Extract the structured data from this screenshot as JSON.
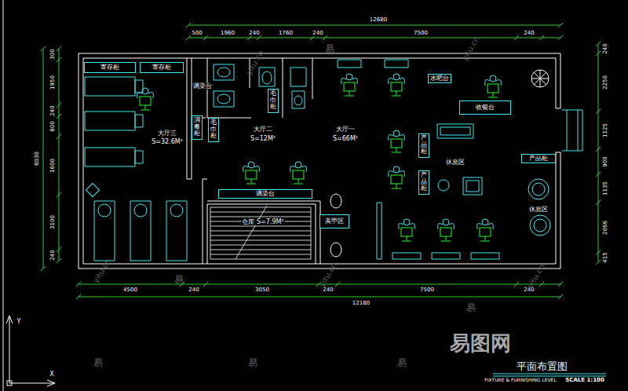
{
  "diagram": {
    "title": "平面布置图",
    "nodes": [
      {
        "text": [
          "寄存柜"
        ]
      },
      {
        "text": [
          "寄存柜"
        ]
      },
      {
        "text": [
          "消毒柜"
        ]
      },
      {
        "text": [
          "毛巾柜"
        ]
      },
      {
        "text": [
          "毛巾柜"
        ]
      },
      {
        "text": [
          "调染台"
        ]
      },
      {
        "text": [
          "美甲区"
        ]
      },
      {
        "text": [
          "水吧台"
        ]
      },
      {
        "text": [
          "收银台"
        ]
      },
      {
        "text": [
          "产品柜"
        ]
      },
      {
        "text": [
          "产品柜"
        ]
      },
      {
        "text": [
          "产品柜"
        ]
      }
    ],
    "labels": [
      "12680",
      "500",
      "1960",
      "240",
      "1760",
      "240",
      "7500",
      "240",
      "300",
      "1950",
      "240",
      "800",
      "1600",
      "3100",
      "240",
      "8030",
      "240",
      "2250",
      "1125",
      "900",
      "1135",
      "2066",
      "415",
      "4500",
      "240",
      "3050",
      "240",
      "7500",
      "240",
      "12180",
      "调染台",
      "大厅三",
      "S=32.6M²",
      "大厅二",
      "S=12M²",
      "大厅一",
      "S=66M²",
      "仓库 S=7.9M²",
      "休息区",
      "休息区",
      "FIXTURE & FURNISHING LEVEL",
      "SCALE 1:100",
      "Y",
      "X",
      "易图网",
      "yitu.cn",
      "yitu.cn",
      "yitu.cn",
      "yitu.cn",
      "yitu.cn",
      "易",
      "易",
      "易",
      "易",
      "易",
      "易"
    ]
  }
}
